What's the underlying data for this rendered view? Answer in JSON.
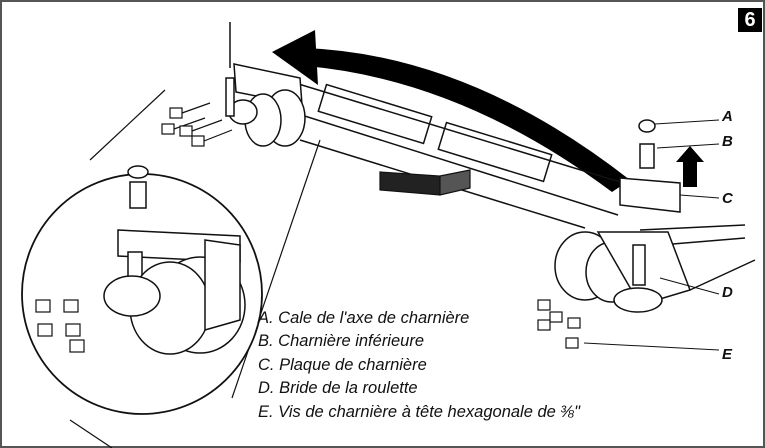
{
  "step_number": "6",
  "callouts": [
    "A",
    "B",
    "C",
    "D",
    "E"
  ],
  "legend": [
    "A. Cale de l'axe de charnière",
    "B. Charnière inférieure",
    "C. Plaque de charnière",
    "D. Bride de la roulette",
    "E. Vis de charnière à tête hexagonale de ⅜\""
  ],
  "colors": {
    "line": "#111111",
    "arrow": "#000000",
    "background": "#ffffff",
    "frame": "#555555",
    "wedge": "#222222"
  }
}
